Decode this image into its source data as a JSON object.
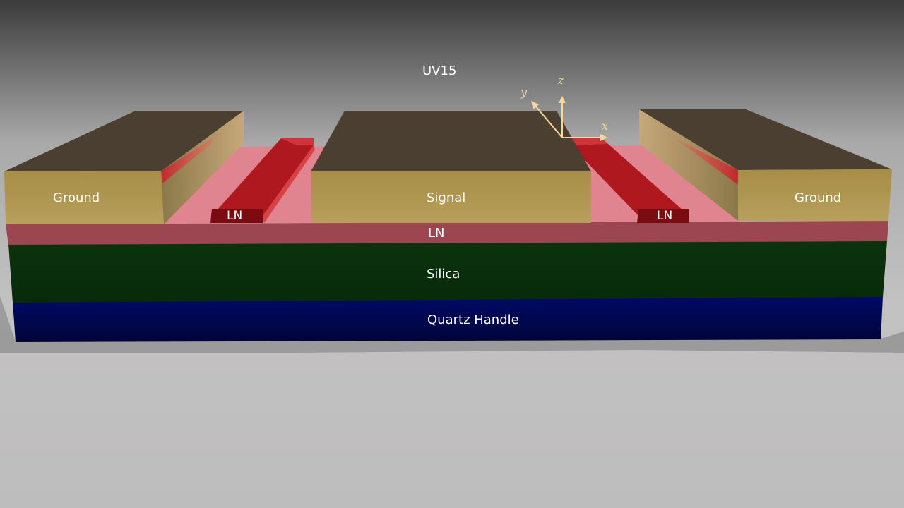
{
  "title": "UV15",
  "layers": {
    "ln_film": "LN",
    "silica": "Silica",
    "substrate": "Quartz Handle"
  },
  "electrodes": {
    "left": "Ground",
    "center": "Signal",
    "right": "Ground"
  },
  "ridges": {
    "left": "LN",
    "right": "LN"
  },
  "axes": {
    "x": "x",
    "y": "y",
    "z": "z"
  },
  "colors": {
    "gold": "#a88f4a",
    "gold_top": "#4a3f31",
    "ln_film": "#9b4650",
    "ln_ridge": "#b01820",
    "silica": "#0a2f0c",
    "quartz": "#00085e",
    "axis": "#f5d99a"
  }
}
